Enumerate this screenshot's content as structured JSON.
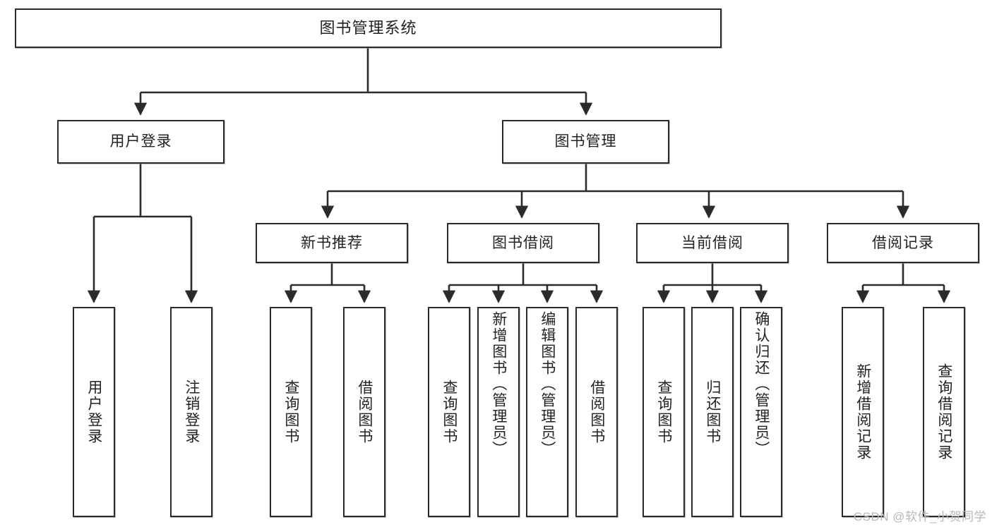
{
  "diagram": {
    "title": "图书管理系统",
    "watermark": "CSDN @软件_小贺同学",
    "line_color": "#2b2b2b",
    "box_fill": "#ffffff",
    "text_color": "#222222",
    "levels": {
      "root": [
        "图书管理系统"
      ],
      "level2": [
        "用户登录",
        "图书管理"
      ],
      "level3": [
        "新书推荐",
        "图书借阅",
        "当前借阅",
        "借阅记录"
      ]
    },
    "nodes": {
      "root": {
        "label": "图书管理系统"
      },
      "user_login": {
        "label": "用户登录"
      },
      "book_manage": {
        "label": "图书管理"
      },
      "new_book_rec": {
        "label": "新书推荐"
      },
      "book_borrow": {
        "label": "图书借阅"
      },
      "current_borrow": {
        "label": "当前借阅"
      },
      "borrow_record": {
        "label": "借阅记录"
      }
    },
    "leaves": {
      "user_login": [
        {
          "label": "用户登录"
        },
        {
          "label": "注销登录"
        }
      ],
      "new_book_rec": [
        {
          "label": "查询图书"
        },
        {
          "label": "借阅图书"
        }
      ],
      "book_borrow": [
        {
          "label": "查询图书"
        },
        {
          "label": "新增图书（管理员）"
        },
        {
          "label": "编辑图书（管理员）"
        },
        {
          "label": "借阅图书"
        }
      ],
      "current_borrow": [
        {
          "label": "查询图书"
        },
        {
          "label": "归还图书"
        },
        {
          "label": "确认归还（管理员）"
        }
      ],
      "borrow_record": [
        {
          "label": "新增借阅记录"
        },
        {
          "label": "查询借阅记录"
        }
      ]
    }
  }
}
